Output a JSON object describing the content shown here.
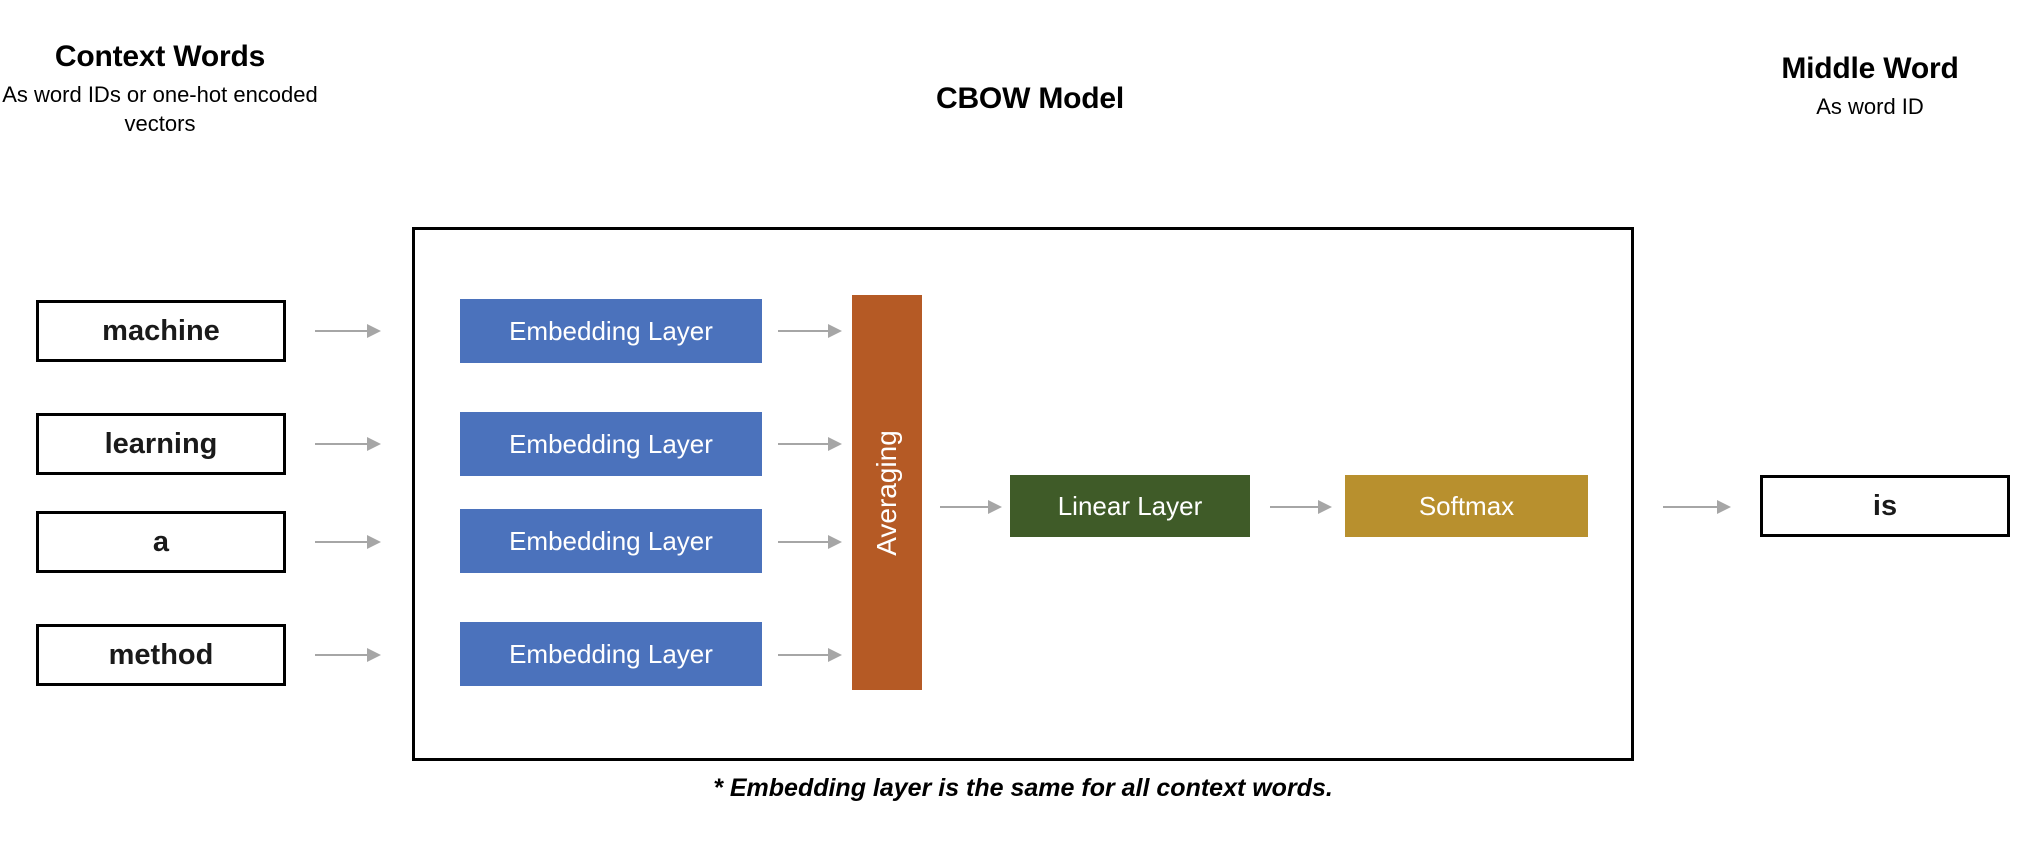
{
  "headings": {
    "context": {
      "title": "Context Words",
      "subtitle": "As word IDs or one-hot encoded vectors"
    },
    "model": {
      "title": "CBOW Model",
      "subtitle": ""
    },
    "middle": {
      "title": "Middle Word",
      "subtitle": "As word ID"
    }
  },
  "context_words": [
    {
      "label": "machine"
    },
    {
      "label": "learning"
    },
    {
      "label": "a"
    },
    {
      "label": "method"
    }
  ],
  "embedding_layers": [
    {
      "label": "Embedding Layer"
    },
    {
      "label": "Embedding Layer"
    },
    {
      "label": "Embedding Layer"
    },
    {
      "label": "Embedding Layer"
    }
  ],
  "averaging": {
    "label": "Averaging"
  },
  "linear": {
    "label": "Linear Layer"
  },
  "softmax": {
    "label": "Softmax"
  },
  "output": {
    "label": "is"
  },
  "footnote": {
    "text": "* Embedding layer is the same for all context words."
  },
  "colors": {
    "embedding": "#4B72BC",
    "averaging": "#B55A25",
    "linear": "#3F5B28",
    "softmax": "#B8902E",
    "arrow": "#A6A6A6",
    "border": "#000000",
    "background": "#FFFFFF",
    "text_on_block": "#FFFFFF",
    "text": "#111111"
  },
  "diagram": {
    "type": "flow",
    "title": "CBOW Model",
    "nodes": [
      "machine",
      "learning",
      "a",
      "method",
      "Embedding Layer",
      "Embedding Layer",
      "Embedding Layer",
      "Embedding Layer",
      "Averaging",
      "Linear Layer",
      "Softmax",
      "is"
    ],
    "edges": [
      "machine -> Embedding Layer",
      "learning -> Embedding Layer",
      "a -> Embedding Layer",
      "method -> Embedding Layer",
      "Embedding Layer -> Averaging",
      "Averaging -> Linear Layer",
      "Linear Layer -> Softmax",
      "Softmax -> is"
    ]
  }
}
